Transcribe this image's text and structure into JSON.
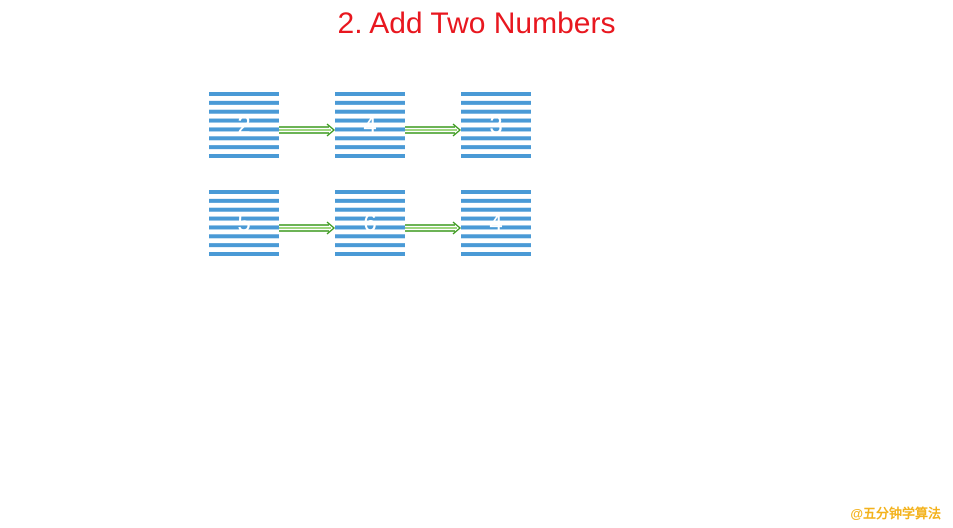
{
  "title": "2. Add Two Numbers",
  "lists": [
    {
      "nodes": [
        "2",
        "4",
        "3"
      ]
    },
    {
      "nodes": [
        "5",
        "6",
        "4"
      ]
    }
  ],
  "colors": {
    "title": "#e8171f",
    "node_stripe": "#4a9ad6",
    "node_text": "#ffffff",
    "arrow": "#3c9a1e",
    "watermark": "#f3b21c"
  },
  "watermark": "@五分钟学算法"
}
